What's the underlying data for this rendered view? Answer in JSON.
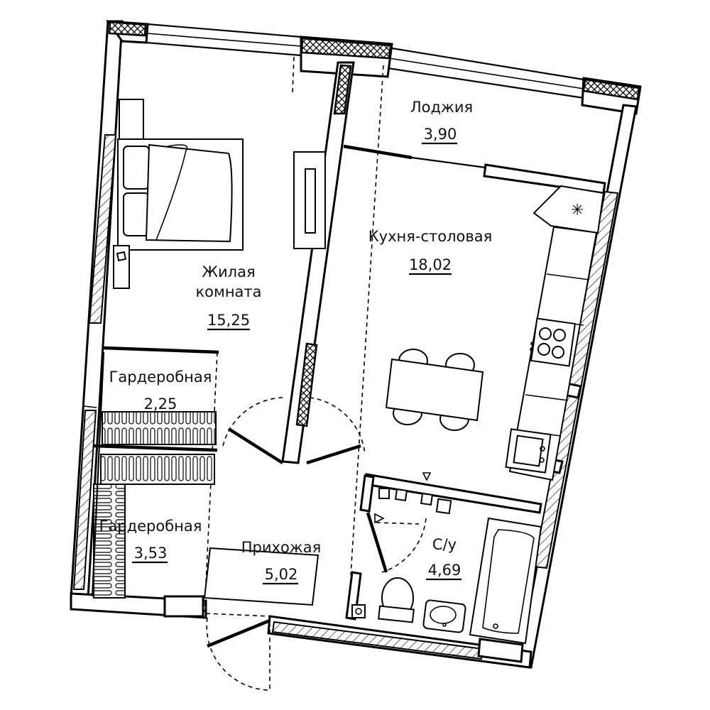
{
  "rooms": {
    "living": {
      "name_line1": "Жилая",
      "name_line2": "комната",
      "area": "15,25"
    },
    "kitchen": {
      "name": "Кухня-столовая",
      "area": "18,02"
    },
    "loggia": {
      "name": "Лоджия",
      "area": "3,90"
    },
    "wardrobe_1": {
      "name": "Гардеробная",
      "area": "2,25"
    },
    "wardrobe_2": {
      "name": "Гардеробная",
      "area": "3,53"
    },
    "hallway": {
      "name": "Прихожая",
      "area": "5,02"
    },
    "bathroom": {
      "name": "С/у",
      "area": "4,69"
    }
  }
}
